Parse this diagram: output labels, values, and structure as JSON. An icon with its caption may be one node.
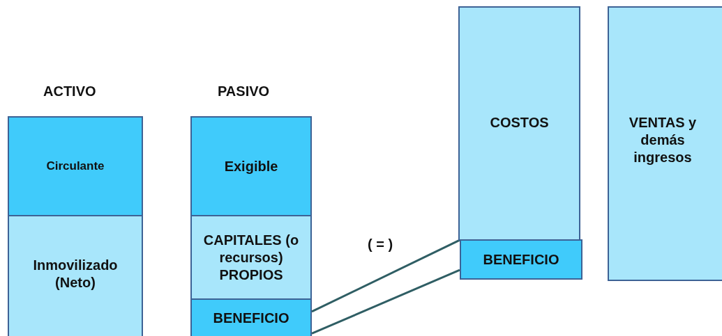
{
  "diagram": {
    "nodes": [
      {
        "text": [
          "Circulante"
        ]
      },
      {
        "text": [
          "Inmovilizado (Neto)"
        ]
      },
      {
        "text": [
          "Exigible"
        ]
      },
      {
        "text": [
          "CAPITALES (o recursos) PROPIOS"
        ]
      },
      {
        "text": [
          "BENEFICIO"
        ]
      },
      {
        "text": [
          "COSTOS"
        ]
      },
      {
        "text": [
          "BENEFICIO"
        ]
      },
      {
        "text": [
          "VENTAS y demás ingresos"
        ]
      }
    ],
    "edges": [
      {
        "from": 4,
        "to": 6,
        "arrow": "none"
      },
      {
        "from": 4,
        "to": 6,
        "arrow": "none"
      }
    ],
    "labels": [
      "ACTIVO",
      "PASIVO",
      "( = )"
    ]
  }
}
